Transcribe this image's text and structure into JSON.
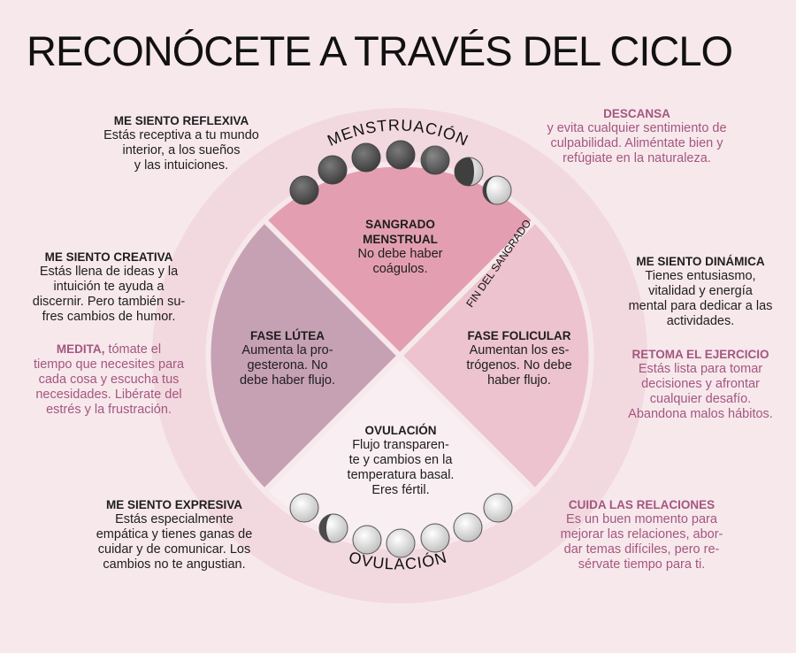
{
  "title": "RECONÓCETE A TRAVÉS DEL CICLO",
  "arc_labels": {
    "top": "MENSTRUACIÓN",
    "bottom": "OVULACIÓN",
    "diagonal": "FIN DEL SANGRADO"
  },
  "phases": {
    "menstrual": {
      "title": "SANGRADO MENSTRUAL",
      "line1": "No debe haber",
      "line2": "coágulos."
    },
    "folicular": {
      "title": "FASE FOLICULAR",
      "line1": "Aumentan los es-",
      "line2": "trógenos. No debe",
      "line3": "haber flujo."
    },
    "lutea": {
      "title": "FASE LÚTEA",
      "line1": "Aumenta la pro-",
      "line2": "gesterona. No",
      "line3": "debe haber flujo."
    },
    "ovulacion": {
      "title": "OVULACIÓN",
      "line1": "Flujo transparen-",
      "line2": "te y cambios en la",
      "line3": "temperatura basal.",
      "line4": "Eres fértil."
    }
  },
  "left": {
    "reflexiva": {
      "title": "ME SIENTO REFLEXIVA",
      "line1": "Estás receptiva a tu mundo",
      "line2": "interior, a los sueños",
      "line3": "y las intuiciones."
    },
    "creativa": {
      "title": "ME SIENTO CREATIVA",
      "line1": "Estás llena de ideas y la",
      "line2": "intuición te ayuda a",
      "line3": "discernir. Pero también su-",
      "line4": "fres cambios de humor."
    },
    "medita": {
      "title": "MEDITA,",
      "line1_rest": " tómate el",
      "line2": "tiempo que necesites para",
      "line3": "cada cosa y escucha tus",
      "line4": "necesidades. Libérate del",
      "line5": "estrés y la frustración."
    },
    "expresiva": {
      "title": "ME SIENTO EXPRESIVA",
      "line1": "Estás especialmente",
      "line2": "empática y tienes ganas de",
      "line3": "cuidar y de comunicar. Los",
      "line4": "cambios no te angustian."
    }
  },
  "right": {
    "descansa": {
      "title": "DESCANSA",
      "line1": "y evita cualquier sentimiento de",
      "line2": "culpabilidad. Aliméntate bien y",
      "line3": "refúgiate en la naturaleza."
    },
    "dinamica": {
      "title": "ME SIENTO DINÁMICA",
      "line1": "Tienes entusiasmo,",
      "line2": "vitalidad y energía",
      "line3": "mental para dedicar a las",
      "line4": "actividades."
    },
    "ejercicio": {
      "title": "RETOMA EL EJERCICIO",
      "line1": "Estás lista para tomar",
      "line2": "decisiones y afrontar",
      "line3": "cualquier desafío.",
      "line4": "Abandona malos hábitos."
    },
    "relaciones": {
      "title": "CUIDA LAS RELACIONES",
      "line1": "Es un buen momento para",
      "line2": "mejorar las relaciones, abor-",
      "line3": "dar temas difíciles, pero re-",
      "line4": "sérvate tiempo para ti."
    }
  },
  "colors": {
    "background": "#f7e8ec",
    "outer_ring": "#f2d9df",
    "menstrual": "#e39fb1",
    "folicular": "#ecc3cf",
    "lutea": "#c6a1b3",
    "ovulacion": "#f9eef1",
    "accent": "#a3577f"
  }
}
